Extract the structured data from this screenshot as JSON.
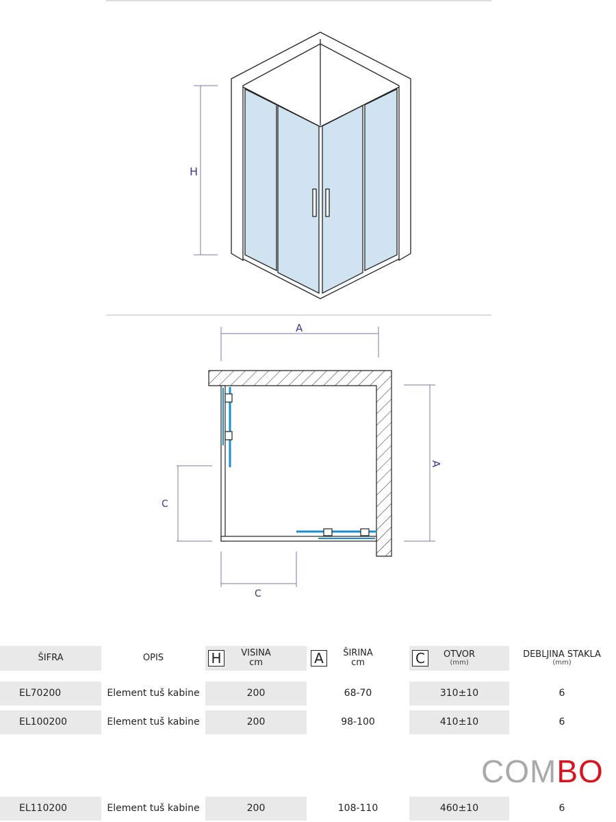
{
  "diagram": {
    "label_h": "H",
    "label_a_top": "A",
    "label_a_side": "A",
    "label_c_left": "C",
    "label_c_bottom": "C",
    "glass_color": "#cfe3f0",
    "dimension_color": "#3a3a8a",
    "hinge_color": "#1a8fd0"
  },
  "table": {
    "headers": [
      {
        "label": "ŠIFRA"
      },
      {
        "label": "OPIS"
      },
      {
        "icon": "H",
        "label": "VISINA",
        "unit": "cm"
      },
      {
        "icon": "A",
        "label": "ŠIRINA",
        "unit": "cm"
      },
      {
        "icon": "C",
        "label": "OTVOR",
        "unit": "(mm)"
      },
      {
        "label": "DEBLJINA STAKLA",
        "unit": "(mm)"
      }
    ],
    "rows": [
      [
        "EL70200",
        "Element tuš kabine",
        "200",
        "68-70",
        "310±10",
        "6"
      ],
      [
        "EL100200",
        "Element tuš kabine",
        "200",
        "98-100",
        "410±10",
        "6"
      ],
      [
        "EL110200",
        "Element tuš kabine",
        "200",
        "108-110",
        "460±10",
        "6"
      ]
    ]
  },
  "logo": {
    "text_gray": "COM",
    "text_red": "BO",
    "brand_red": "#d9141e"
  }
}
